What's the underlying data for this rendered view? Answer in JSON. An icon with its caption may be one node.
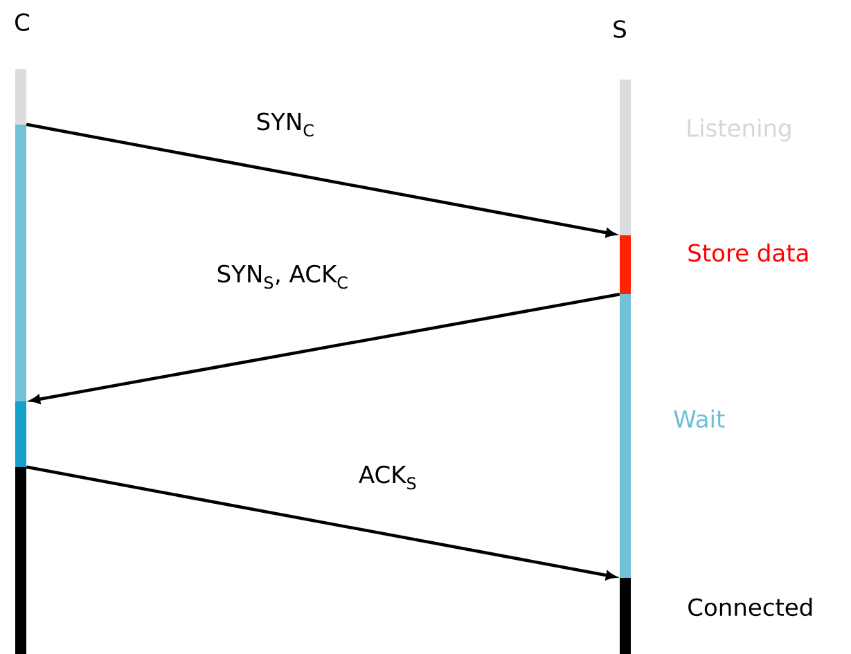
{
  "diagram": {
    "nodes": [
      {
        "text": [],
        "shape": "bar"
      },
      {
        "text": [],
        "shape": "bar"
      },
      {
        "text": [],
        "shape": "bar"
      },
      {
        "text": [],
        "shape": "bar"
      },
      {
        "text": [],
        "shape": "bar",
        "beside": [
          "Listening"
        ]
      },
      {
        "text": [],
        "shape": "bar",
        "beside": [
          "Store data"
        ]
      },
      {
        "text": [],
        "shape": "bar",
        "beside": [
          "Wait"
        ]
      },
      {
        "text": [],
        "shape": "bar",
        "beside": [
          "Connected"
        ]
      }
    ],
    "edges": [
      {
        "from": 1,
        "to": 5,
        "arrow": "to",
        "label": "SYN$_{C}$"
      },
      {
        "from": 5,
        "to": 1,
        "arrow": "to",
        "label": "SYN$_{S}$, ACK$_{C}$"
      },
      {
        "from": 3,
        "to": 7,
        "arrow": "to",
        "label": "ACK$_{S}$"
      }
    ],
    "labels": [
      "C",
      "S"
    ]
  }
}
